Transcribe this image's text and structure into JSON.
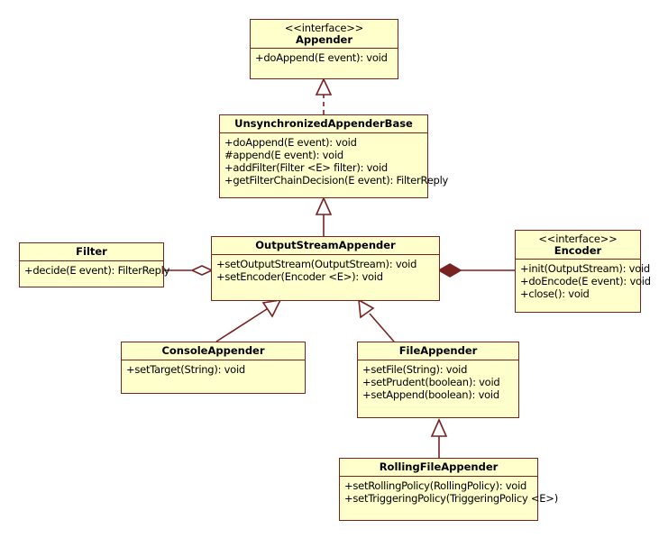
{
  "diagram": {
    "title": "Logback Appender class hierarchy UML diagram",
    "type": "uml-class-diagram",
    "background_color": "#ffffff",
    "box_fill_color": "#ffffcc",
    "box_border_color": "#7a2121",
    "line_color": "#7a2121",
    "text_color": "#000000"
  },
  "classes": [
    {
      "id": "appender",
      "stereotype": "<<interface>>",
      "name": "Appender",
      "members": [
        "+doAppend(E event): void"
      ]
    },
    {
      "id": "unsynchronized_appender_base",
      "stereotype": "",
      "name": "UnsynchronizedAppenderBase",
      "members": [
        "+doAppend(E event): void",
        "#append(E event): void",
        "+addFilter(Filter <E> filter): void",
        "+getFilterChainDecision(E event): FilterReply"
      ]
    },
    {
      "id": "output_stream_appender",
      "stereotype": "",
      "name": "OutputStreamAppender",
      "members": [
        "+setOutputStream(OutputStream): void",
        "+setEncoder(Encoder <E>): void"
      ]
    },
    {
      "id": "filter",
      "stereotype": "",
      "name": "Filter",
      "members": [
        "+decide(E event): FilterReply"
      ]
    },
    {
      "id": "encoder",
      "stereotype": "<<interface>>",
      "name": "Encoder",
      "members": [
        "+init(OutputStream): void",
        "+doEncode(E event): void",
        "+close(): void"
      ]
    },
    {
      "id": "console_appender",
      "stereotype": "",
      "name": "ConsoleAppender",
      "members": [
        "+setTarget(String): void"
      ]
    },
    {
      "id": "file_appender",
      "stereotype": "",
      "name": "FileAppender",
      "members": [
        "+setFile(String): void",
        "+setPrudent(boolean): void",
        "+setAppend(boolean): void"
      ]
    },
    {
      "id": "rolling_file_appender",
      "stereotype": "",
      "name": "RollingFileAppender",
      "members": [
        "+setRollingPolicy(RollingPolicy): void",
        "+setTriggeringPolicy(TriggeringPolicy <E>)"
      ]
    }
  ],
  "relationships": [
    {
      "from": "unsynchronized_appender_base",
      "to": "appender",
      "type": "realization",
      "line_style": "dashed",
      "arrow": "hollow-triangle"
    },
    {
      "from": "output_stream_appender",
      "to": "unsynchronized_appender_base",
      "type": "generalization",
      "line_style": "solid",
      "arrow": "hollow-triangle"
    },
    {
      "from": "filter",
      "to": "output_stream_appender",
      "type": "aggregation",
      "line_style": "solid",
      "arrow": "hollow-diamond"
    },
    {
      "from": "encoder",
      "to": "output_stream_appender",
      "type": "composition",
      "line_style": "solid",
      "arrow": "filled-diamond"
    },
    {
      "from": "console_appender",
      "to": "output_stream_appender",
      "type": "generalization",
      "line_style": "solid",
      "arrow": "hollow-triangle"
    },
    {
      "from": "file_appender",
      "to": "output_stream_appender",
      "type": "generalization",
      "line_style": "solid",
      "arrow": "hollow-triangle"
    },
    {
      "from": "rolling_file_appender",
      "to": "file_appender",
      "type": "generalization",
      "line_style": "solid",
      "arrow": "hollow-triangle"
    }
  ]
}
